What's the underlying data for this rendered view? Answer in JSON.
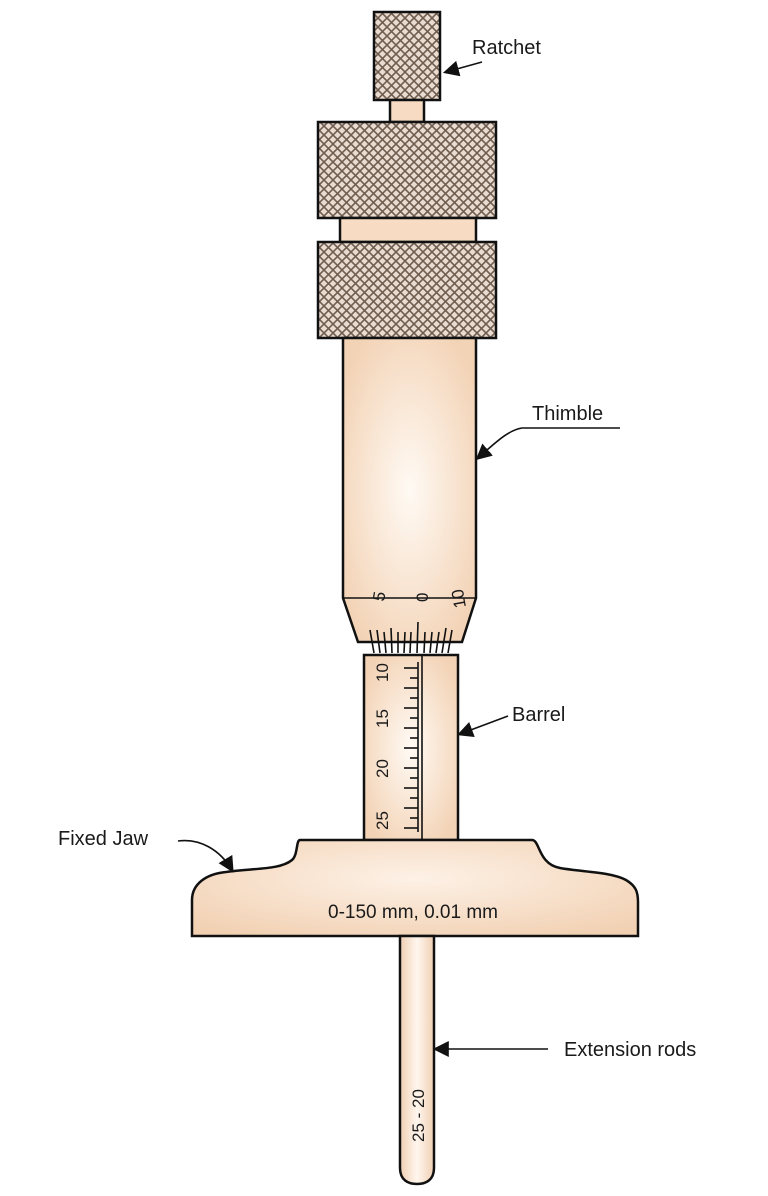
{
  "labels": {
    "ratchet": "Ratchet",
    "thimble": "Thimble",
    "barrel": "Barrel",
    "fixed_jaw": "Fixed Jaw",
    "extension_rods": "Extension rods"
  },
  "base_marking": "0-150 mm, 0.01 mm",
  "rod_marking": "25 - 20",
  "thimble_scale": [
    "5",
    "0",
    "10"
  ],
  "barrel_scale": [
    "10",
    "15",
    "20",
    "25"
  ],
  "colors": {
    "body": "#f7dcc3",
    "body_light": "#fff8f0",
    "knurl": "#8a7666",
    "knurl_bg": "#efe2d6",
    "outline": "#111111"
  },
  "icons": [
    "knurled-grip-icon",
    "arrow-icon"
  ]
}
